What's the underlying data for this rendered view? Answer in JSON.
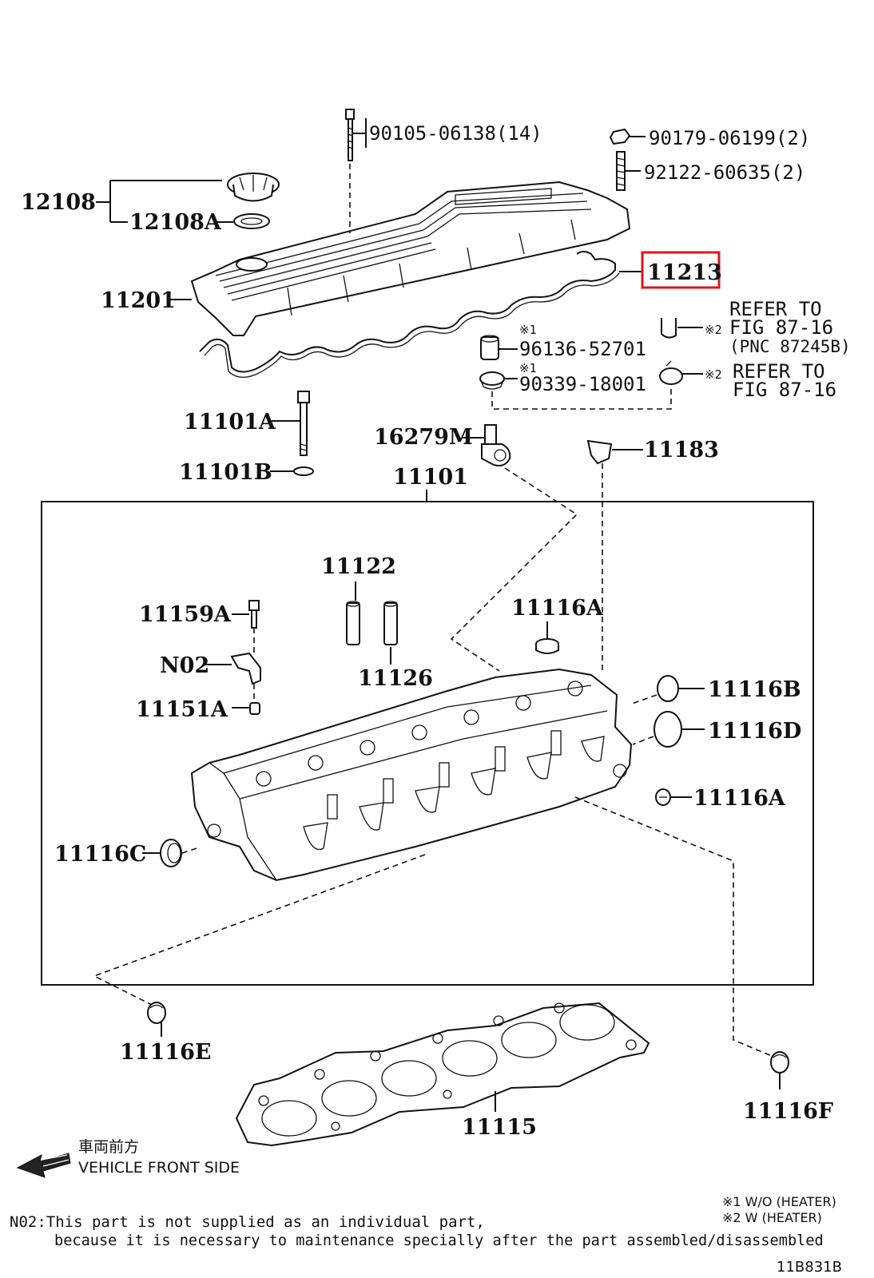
{
  "parts": {
    "p12108": "12108",
    "p12108A": "12108A",
    "p11201": "11201",
    "p11213": "11213",
    "p90105": "90105-06138(14)",
    "p90179": "90179-06199(2)",
    "p92122": "92122-60635(2)",
    "p96136": "96136-52701",
    "p90339": "90339-18001",
    "p11101A": "11101A",
    "p11101B": "11101B",
    "p16279M": "16279M",
    "p11183": "11183",
    "p11101": "11101",
    "p11122": "11122",
    "p11126": "11126",
    "p11159A": "11159A",
    "pN02": "N02",
    "p11151A": "11151A",
    "p11116A_top": "11116A",
    "p11116B": "11116B",
    "p11116D": "11116D",
    "p11116A_low": "11116A",
    "p11116C": "11116C",
    "p11116E": "11116E",
    "p11116F": "11116F",
    "p11115": "11115"
  },
  "marks": {
    "m1": "※1",
    "m2": "※2"
  },
  "refer": {
    "r1_line1": "REFER TO",
    "r1_line2": "FIG 87-16",
    "r1_line3": "(PNC 87245B)",
    "r2_line1": "REFER TO",
    "r2_line2": "FIG 87-16"
  },
  "vehicle_front": {
    "jp": "車両前方",
    "en": "VEHICLE FRONT SIDE"
  },
  "legend": {
    "l1": "※1  W/O (HEATER)",
    "l2": "※2  W (HEATER)"
  },
  "footnote": {
    "line1": "N02:This part is not supplied as an individual part,",
    "line2": "because it is necessary to maintenance specially after the part assembled/disassembled"
  },
  "figure_code": "11B831B",
  "highlight_color": "#e0141e"
}
